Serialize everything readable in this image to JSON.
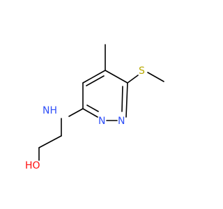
{
  "molecule": {
    "atoms": {
      "nh": "NH",
      "n_ring_left": "N",
      "n_ring_right": "N",
      "sulfur": "S",
      "hydroxyl": "HO"
    },
    "colors": {
      "nitrogen": "#3050F8",
      "sulfur": "#B8A800",
      "oxygen": "#FF0D0D",
      "bond": "#000000",
      "background": "#ffffff"
    }
  }
}
